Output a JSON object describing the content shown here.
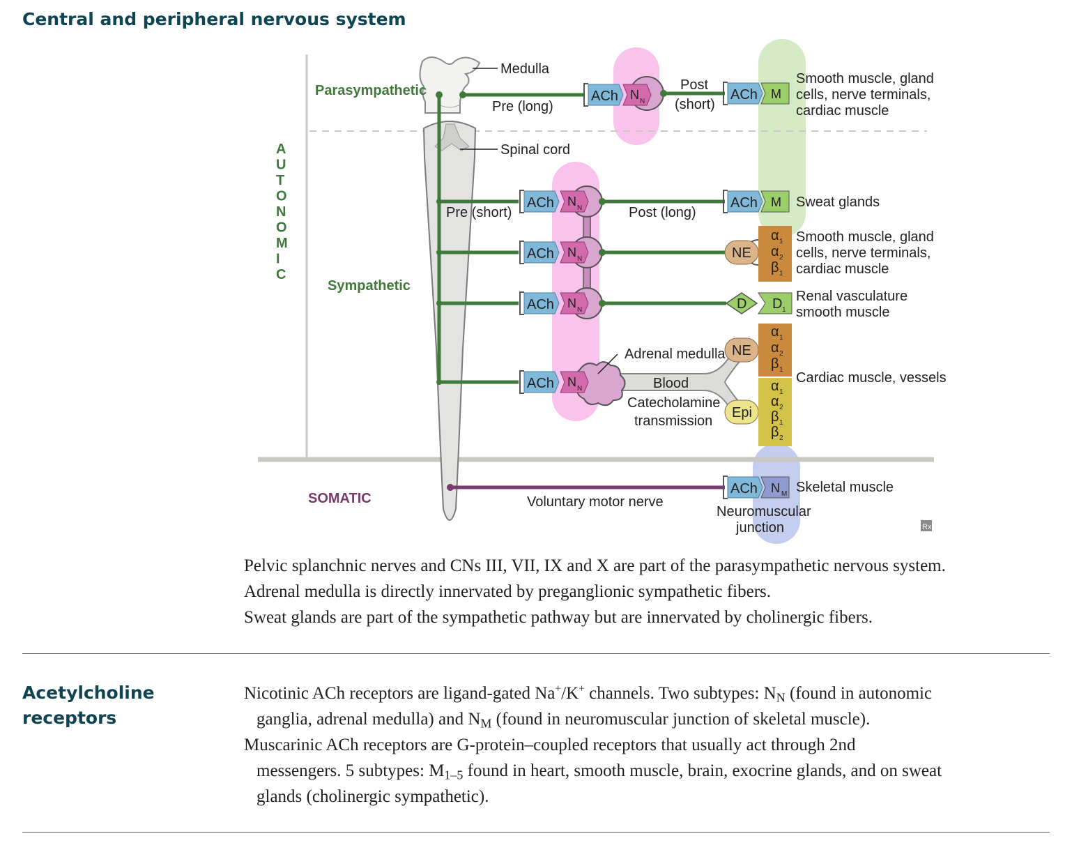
{
  "title": "Central and peripheral nervous system",
  "diagram": {
    "labels": {
      "medulla": "Medulla",
      "spinal_cord": "Spinal cord",
      "parasympathetic": "Parasympathetic",
      "sympathetic": "Sympathetic",
      "autonomic": [
        "A",
        "U",
        "T",
        "O",
        "N",
        "O",
        "M",
        "I",
        "C"
      ],
      "somatic": "SOMATIC",
      "pre_long": "Pre (long)",
      "post": "Post",
      "short_paren": "(short)",
      "pre_short": "Pre (short)",
      "post_long": "Post (long)",
      "adrenal_medulla": "Adrenal medulla",
      "blood": "Blood",
      "catecholamine": "Catecholamine",
      "transmission": "transmission",
      "voluntary_motor_nerve": "Voluntary motor nerve",
      "neuromuscular": "Neuromuscular",
      "junction": "junction",
      "rx_mark": "Rx"
    },
    "chips": {
      "ach": "ACh",
      "n": "N",
      "n_sub": "N",
      "m": "M",
      "m_sub": "M",
      "ne": "NE",
      "d": "D",
      "d1": "D",
      "d1_sub": "1",
      "epi": "Epi"
    },
    "receptors": {
      "ne_set": [
        [
          "α",
          "1"
        ],
        [
          "α",
          "2"
        ],
        [
          "β",
          "1"
        ]
      ],
      "adrenal_ne_set": [
        [
          "α",
          "1"
        ],
        [
          "α",
          "2"
        ],
        [
          "β",
          "1"
        ]
      ],
      "epi_set": [
        [
          "α",
          "1"
        ],
        [
          "α",
          "2"
        ],
        [
          "β",
          "1"
        ],
        [
          "β",
          "2"
        ]
      ]
    },
    "targets": {
      "para_target": [
        "Smooth muscle, gland",
        "cells, nerve terminals,",
        "cardiac muscle"
      ],
      "sweat": "Sweat glands",
      "symp_target": [
        "Smooth muscle, gland",
        "cells, nerve terminals,",
        "cardiac muscle"
      ],
      "renal": [
        "Renal vasculature",
        "smooth muscle"
      ],
      "cardiac_vessels": "Cardiac muscle, vessels",
      "skeletal": "Skeletal muscle"
    },
    "colors": {
      "green": "#3f7a3a",
      "purple": "#7a3a6e",
      "ach_blue": "#7fb8d8",
      "n_pink": "#d36aac",
      "m_green": "#9ccf6a",
      "ne_tan": "#dab58a",
      "orange": "#c98a3e",
      "yellow": "#d2c24a",
      "pink_band": "#f9c3ee",
      "green_band": "#d4ebc6",
      "blue_band": "#c3cdee",
      "heading": "#0f4452"
    }
  },
  "notes": [
    "Pelvic splanchnic nerves and CNs III, VII, IX and X are part of the parasympathetic nervous system.",
    "Adrenal medulla is directly innervated by preganglionic sympathetic fibers.",
    "Sweat glands are part of the sympathetic pathway but are innervated by cholinergic fibers."
  ],
  "ach_receptors": {
    "heading_line1": "Acetylcholine",
    "heading_line2": "receptors",
    "p1_a": "Nicotinic ACh receptors are ligand-gated Na",
    "p1_sup1": "+",
    "p1_b": "/K",
    "p1_sup2": "+",
    "p1_c": " channels. Two subtypes: N",
    "p1_sub1": "N",
    "p1_d": " (found in autonomic",
    "p1_e": "ganglia, adrenal medulla) and N",
    "p1_sub2": "M",
    "p1_f": " (found in neuromuscular junction of skeletal muscle).",
    "p2_a": "Muscarinic ACh receptors are G-protein–coupled receptors that usually act through 2nd",
    "p2_b": "messengers. 5 subtypes: M",
    "p2_sub": "1–5",
    "p2_c": " found in heart, smooth muscle, brain, exocrine glands, and on sweat",
    "p2_d": "glands (cholinergic sympathetic)."
  }
}
